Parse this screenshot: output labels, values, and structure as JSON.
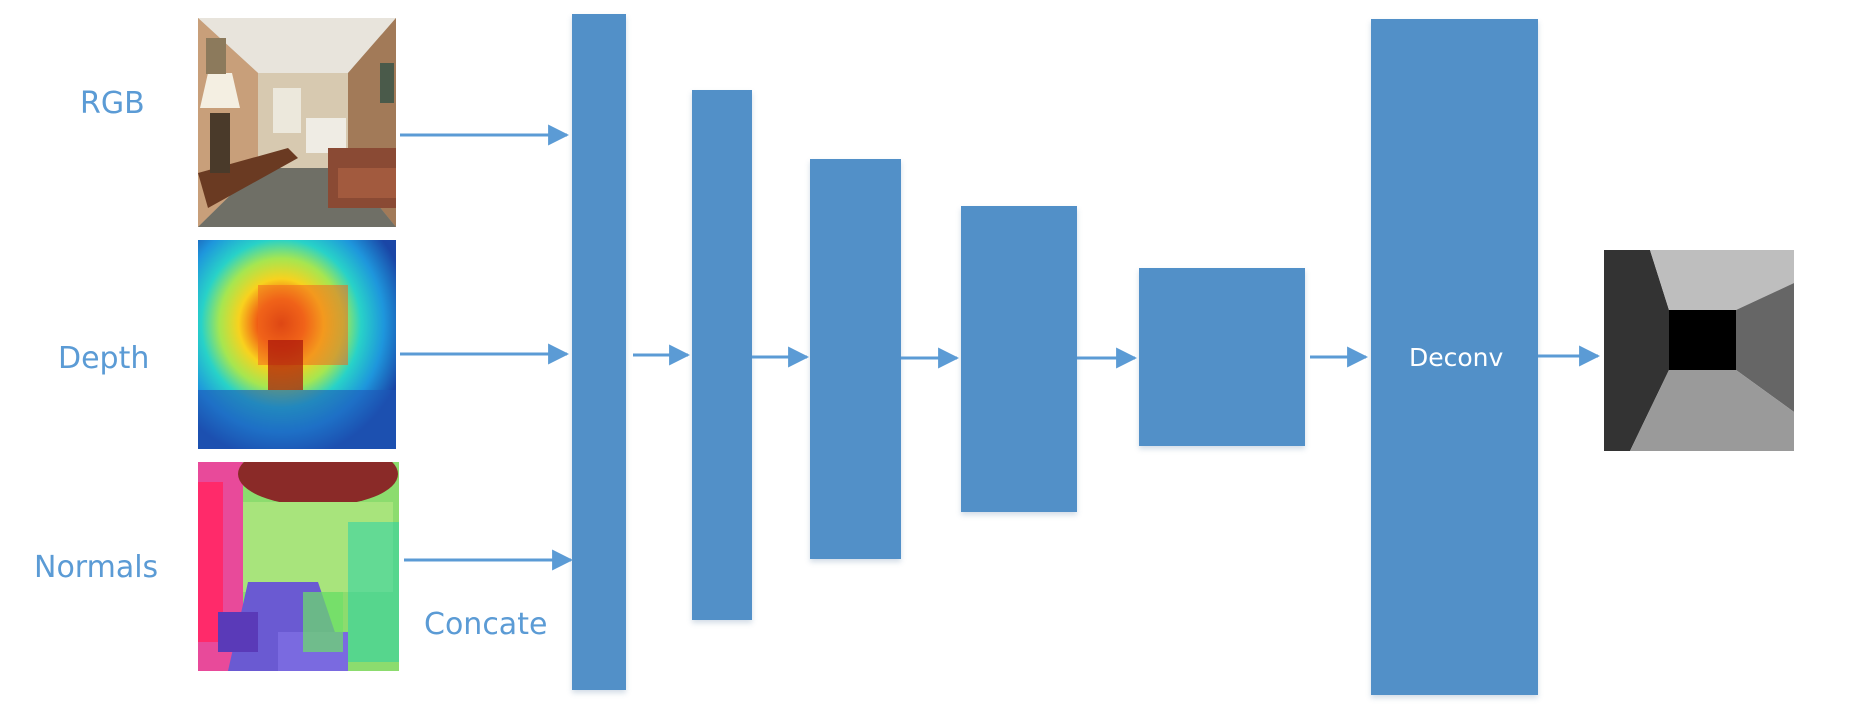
{
  "input_labels": {
    "rgb": "RGB",
    "depth": "Depth",
    "normals": "Normals"
  },
  "concat_label": "Concate",
  "deconv_label": "Deconv",
  "colors": {
    "block": "#5290c8",
    "arrow": "#5b9bd5",
    "text": "#5b9bd5"
  }
}
